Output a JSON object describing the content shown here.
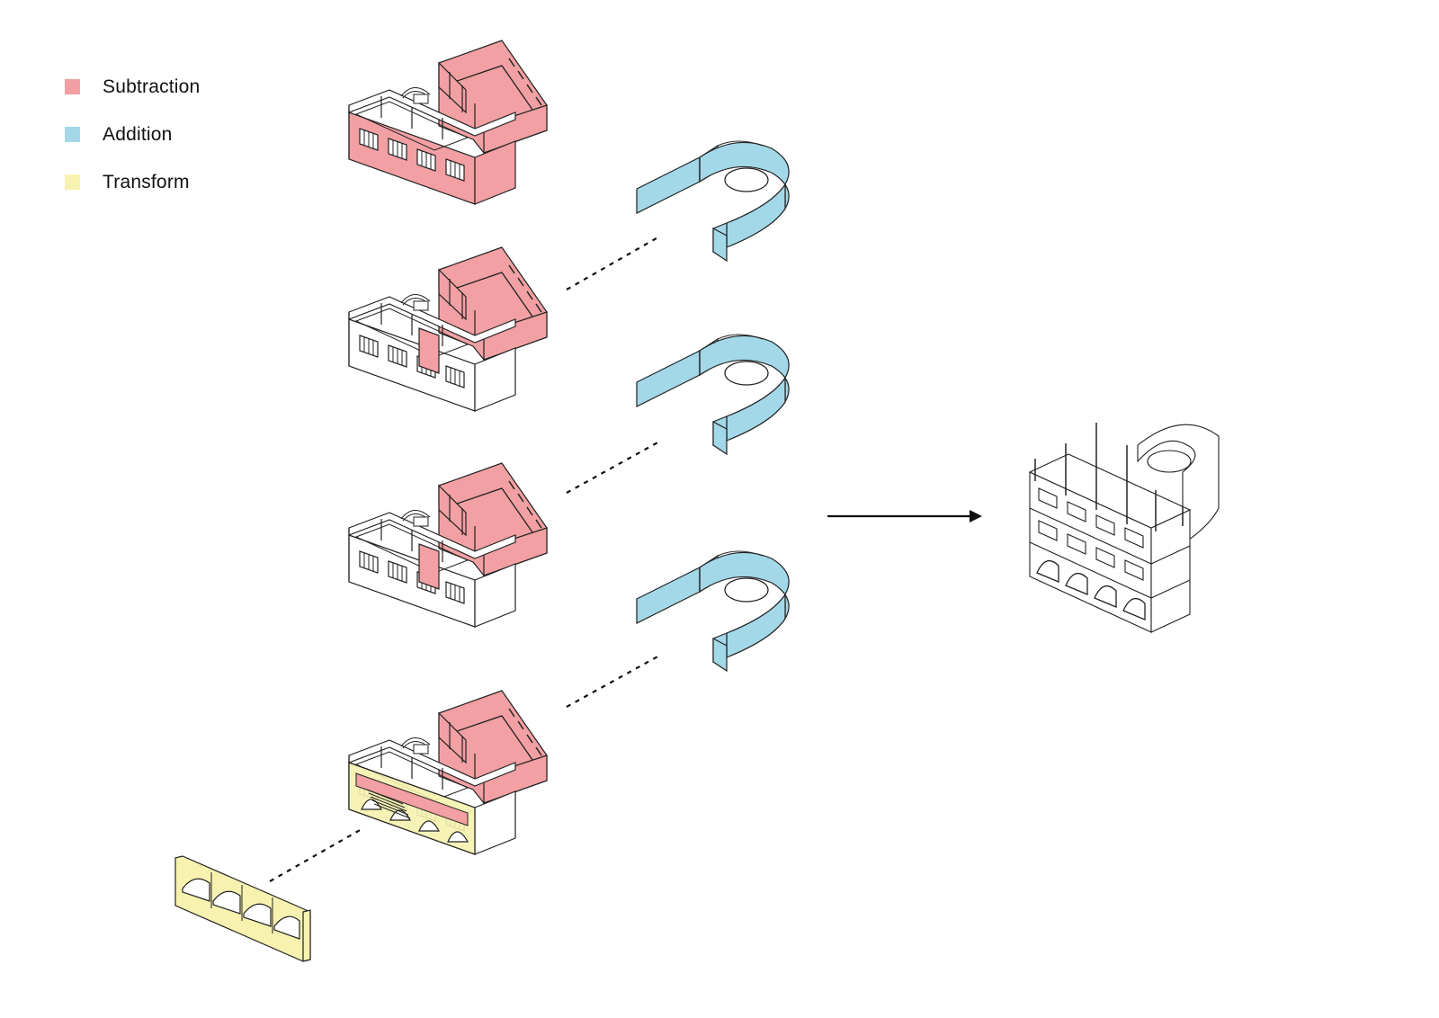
{
  "legend": {
    "items": [
      {
        "label": "Subtraction",
        "color": "#F2A0A3"
      },
      {
        "label": "Addition",
        "color": "#A3D8E8"
      },
      {
        "label": "Transform",
        "color": "#F7F2B0"
      }
    ]
  },
  "colors": {
    "subtraction": "#F2A0A3",
    "addition": "#A3D8E8",
    "transform": "#F7F2B0",
    "line": "#222222",
    "existing": "#ffffff"
  }
}
